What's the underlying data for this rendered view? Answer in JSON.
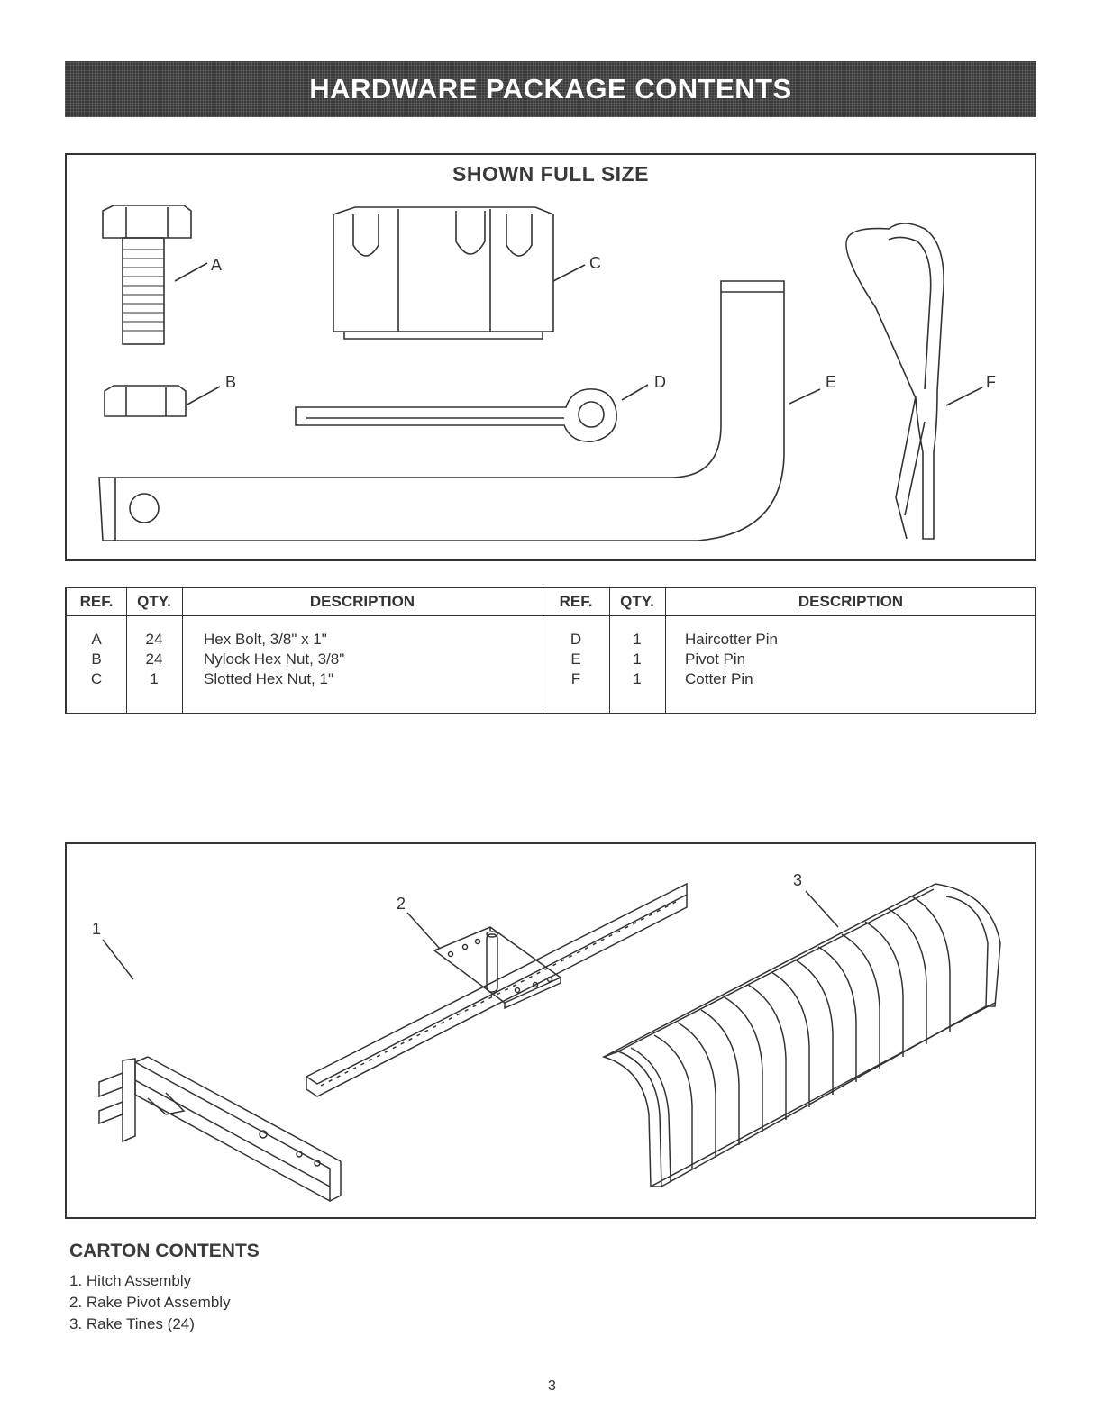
{
  "banner": {
    "title": "HARDWARE PACKAGE CONTENTS"
  },
  "hardware": {
    "title": "SHOWN FULL SIZE",
    "callouts": [
      "A",
      "B",
      "C",
      "D",
      "E",
      "F"
    ]
  },
  "table": {
    "headers": {
      "ref": "REF.",
      "qty": "QTY.",
      "desc": "DESCRIPTION"
    },
    "left_rows": [
      {
        "ref": "A",
        "qty": "24",
        "desc": "Hex Bolt, 3/8\" x 1\""
      },
      {
        "ref": "B",
        "qty": "24",
        "desc": "Nylock Hex Nut, 3/8\""
      },
      {
        "ref": "C",
        "qty": "1",
        "desc": "Slotted Hex Nut, 1\""
      }
    ],
    "right_rows": [
      {
        "ref": "D",
        "qty": "1",
        "desc": "Haircotter Pin"
      },
      {
        "ref": "E",
        "qty": "1",
        "desc": "Pivot Pin"
      },
      {
        "ref": "F",
        "qty": "1",
        "desc": "Cotter Pin"
      }
    ]
  },
  "carton": {
    "callouts": [
      "1",
      "2",
      "3"
    ],
    "title": "CARTON CONTENTS",
    "items": [
      "1.  Hitch Assembly",
      "2.  Rake Pivot Assembly",
      "3.  Rake Tines (24)"
    ]
  },
  "page_number": "3"
}
